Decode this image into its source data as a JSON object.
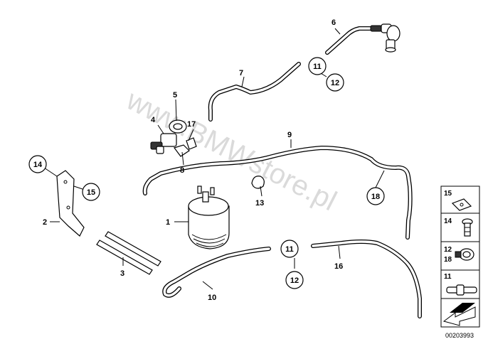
{
  "watermark": "www.BMWstore.pl",
  "diagram_id": "00203993",
  "callouts": {
    "c1": "1",
    "c2": "2",
    "c3": "3",
    "c4": "4",
    "c5": "5",
    "c6": "6",
    "c7": "7",
    "c8": "8",
    "c9": "9",
    "c10": "10",
    "c13": "13",
    "c16": "16",
    "c17": "17",
    "circ11a": "11",
    "circ12a": "12",
    "circ11b": "11",
    "circ12b": "12",
    "circ14": "14",
    "circ15": "15",
    "circ18": "18"
  },
  "legend": {
    "r15": "15",
    "r14": "14",
    "r12": "12",
    "r18": "18",
    "r11": "11"
  }
}
